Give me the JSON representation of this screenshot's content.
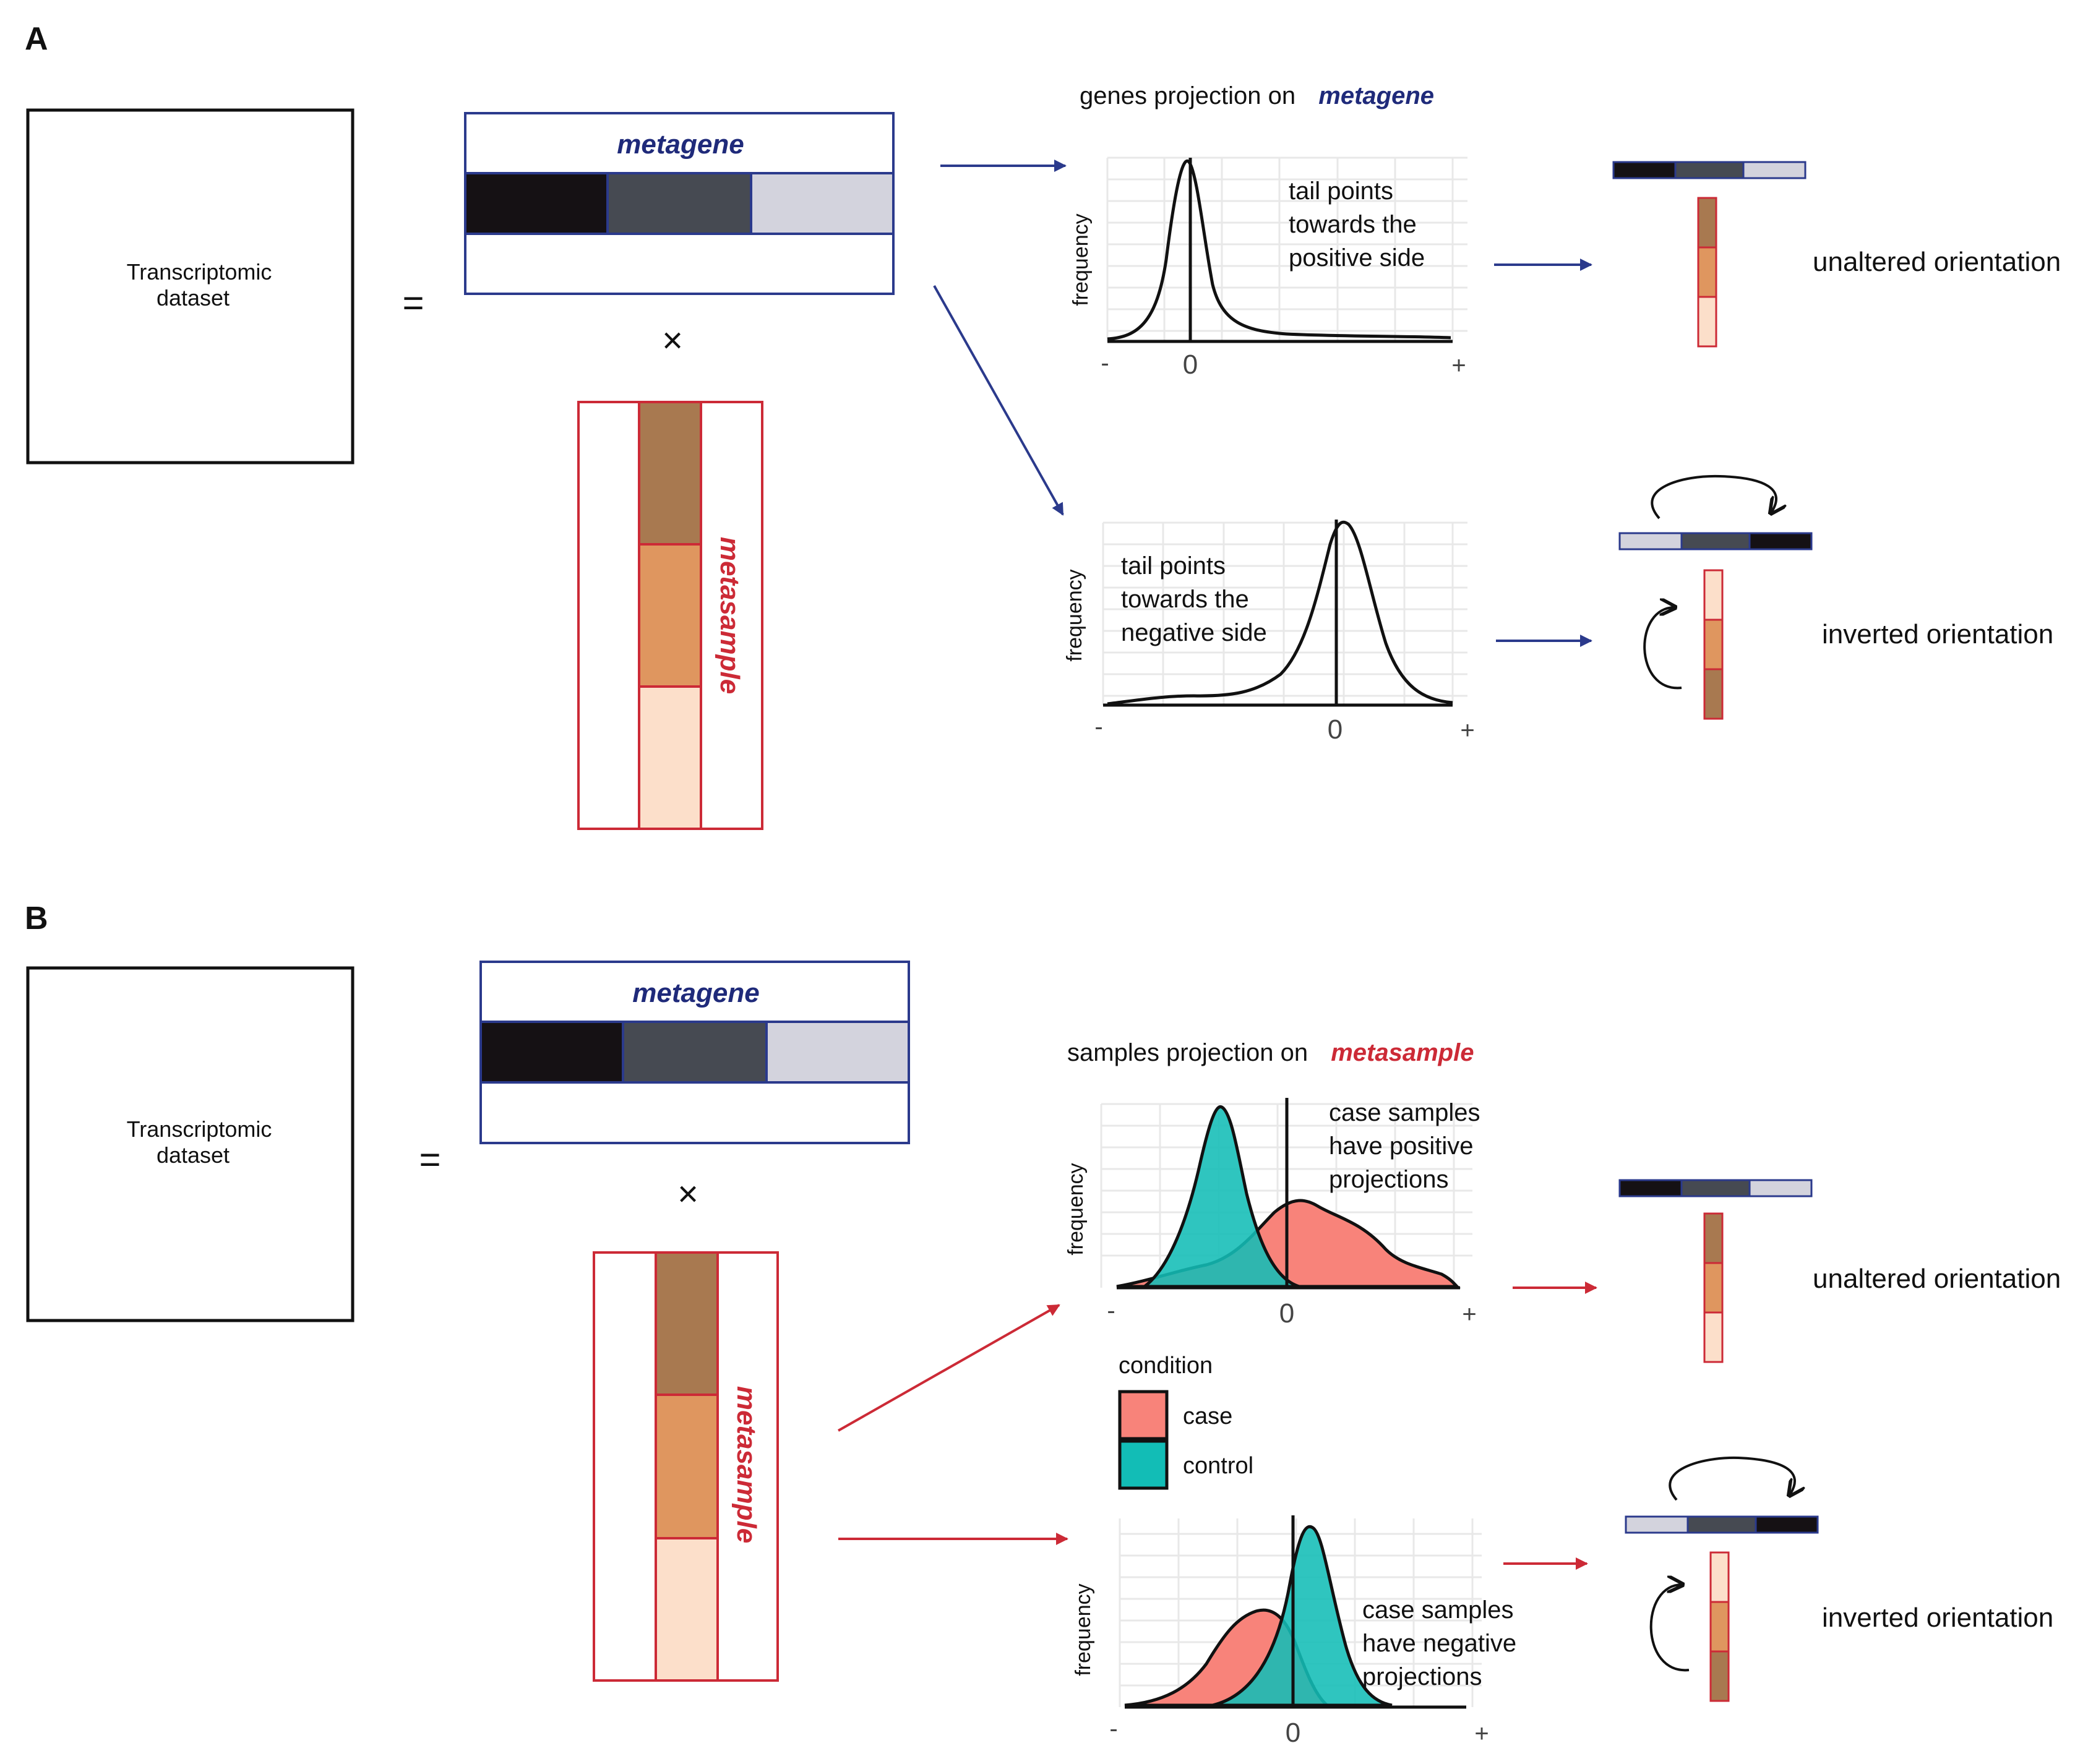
{
  "colors": {
    "metagene_blue": "#2b3a8c",
    "metagene_label": "#1f2a7a",
    "metasample_red": "#cc2a36",
    "mg_dark": "#151114",
    "mg_mid": "#464a52",
    "mg_light": "#d3d3dd",
    "ms_top": "#a87950",
    "ms_mid": "#df965f",
    "ms_bottom": "#fcdfca",
    "case_fill": "#f8837a",
    "control_fill": "#12bdb6",
    "grid": "#e8e8e8"
  },
  "panel_a": {
    "letter": "A",
    "dataset_label_line1": "Transcriptomic",
    "dataset_label_line2": "dataset",
    "equals": "=",
    "times": "×",
    "metagene_label": "metagene",
    "metasample_label": "metasample",
    "plot_title_prefix": "genes projection on",
    "plot_title_emph": "metagene",
    "plot1": {
      "ylabel": "frequency",
      "tick_minus": "-",
      "tick_zero": "0",
      "tick_plus": "+",
      "annotation": [
        "tail points",
        "towards the",
        "positive side"
      ]
    },
    "plot2": {
      "ylabel": "frequency",
      "tick_minus": "-",
      "tick_zero": "0",
      "tick_plus": "+",
      "annotation": [
        "tail points",
        "towards the",
        "negative side"
      ]
    },
    "orientation_unaltered": "unaltered orientation",
    "orientation_inverted": "inverted orientation"
  },
  "panel_b": {
    "letter": "B",
    "dataset_label_line1": "Transcriptomic",
    "dataset_label_line2": "dataset",
    "equals": "=",
    "times": "×",
    "metagene_label": "metagene",
    "metasample_label": "metasample",
    "plot_title_prefix": "samples projection on",
    "plot_title_emph": "metasample",
    "plot1": {
      "ylabel": "frequency",
      "tick_minus": "-",
      "tick_zero": "0",
      "tick_plus": "+",
      "annotation": [
        "case samples",
        "have positive",
        "projections"
      ]
    },
    "plot2": {
      "ylabel": "frequency",
      "tick_minus": "-",
      "tick_zero": "0",
      "tick_plus": "+",
      "annotation": [
        "case samples",
        "have negative",
        "projections"
      ]
    },
    "legend_title": "condition",
    "legend_case": "case",
    "legend_control": "control",
    "orientation_unaltered": "unaltered orientation",
    "orientation_inverted": "inverted orientation"
  }
}
